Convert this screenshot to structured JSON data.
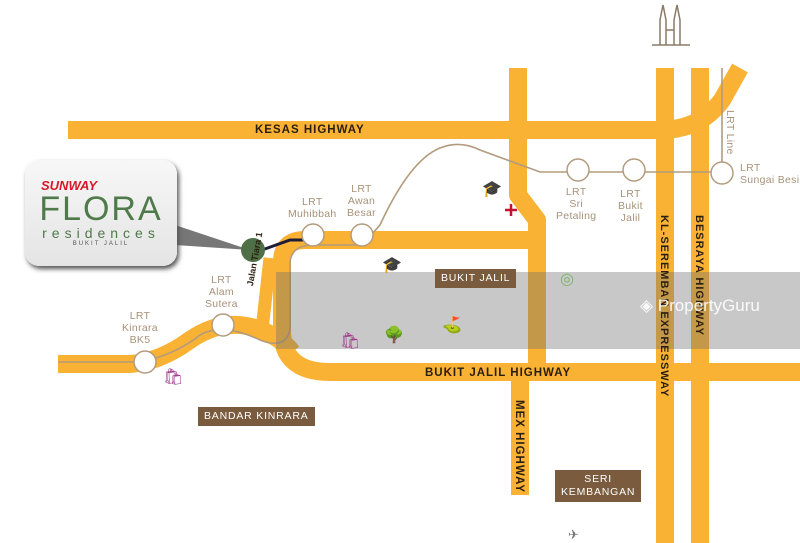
{
  "logo": {
    "brand": "SUNWAY",
    "name": "FLORA",
    "sub": "residences",
    "location": "BUKIT JALIL"
  },
  "roads": {
    "kesas": "KESAS HIGHWAY",
    "bukit_jalil_hwy": "BUKIT JALIL HIGHWAY",
    "mex": "MEX HIGHWAY",
    "kl_seremban": "KL-SEREMBAN EXPRESSWAY",
    "besraya": "BESRAYA HIGHWAY",
    "jalan_tiara": "Jalan Tiara 1",
    "lrt_line": "LRT Line"
  },
  "stations": [
    {
      "name": "LRT\nKinrara\nBK5"
    },
    {
      "name": "LRT\nAlam\nSutera"
    },
    {
      "name": "LRT\nMuhibbah"
    },
    {
      "name": "LRT\nAwan\nBesar"
    },
    {
      "name": "LRT\nSri\nPetaling"
    },
    {
      "name": "LRT\nBukit\nJalil"
    },
    {
      "name": "LRT\nSungai Besi"
    }
  ],
  "areas": {
    "bukit_jalil": "BUKIT JALIL",
    "bandar_kinrara": "BANDAR KINRARA",
    "seri_kembangan": "SERI\nKEMBANGAN"
  },
  "watermark": "PropertyGuru",
  "colors": {
    "road": "#F9B233",
    "lrt": "#B39B7D",
    "area": "#7B5B3D",
    "logo_green": "#4F7A4A",
    "sunway_red": "#D7192A"
  }
}
